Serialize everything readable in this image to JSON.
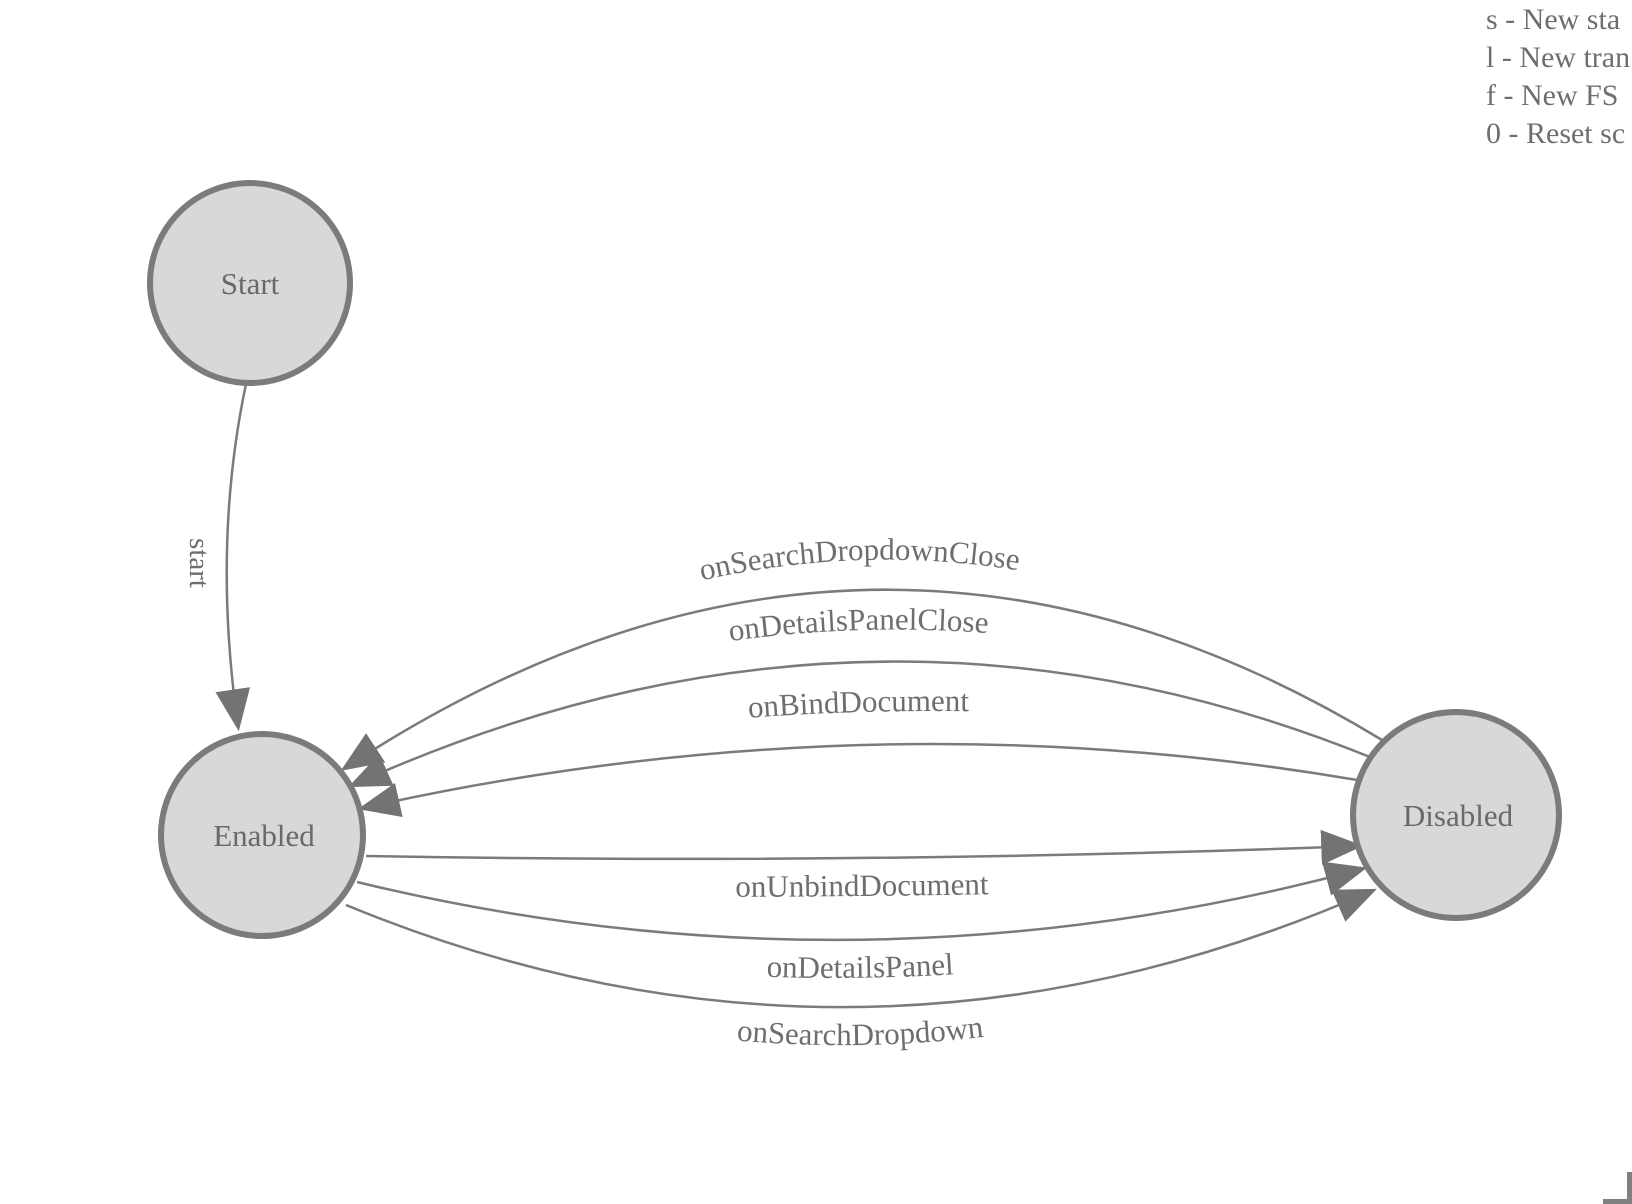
{
  "legend": {
    "items": [
      {
        "label": "s - New sta"
      },
      {
        "label": "l - New tran"
      },
      {
        "label": "f - New FS"
      },
      {
        "label": "0 - Reset sc"
      }
    ]
  },
  "nodes": {
    "start": {
      "label": "Start"
    },
    "enabled": {
      "label": "Enabled"
    },
    "disabled": {
      "label": "Disabled"
    }
  },
  "transitions": {
    "start": {
      "label": "start",
      "from": "Start",
      "to": "Enabled"
    },
    "disabled_to_enabled": [
      {
        "label": "onSearchDropdownClose"
      },
      {
        "label": "onDetailsPanelClose"
      },
      {
        "label": "onBindDocument"
      }
    ],
    "enabled_to_disabled": [
      {
        "label": "onUnbindDocument"
      },
      {
        "label": "onDetailsPanel"
      },
      {
        "label": "onSearchDropdown"
      }
    ]
  },
  "colors": {
    "node_fill": "#d8d8d8",
    "node_stroke": "#7b7b7b",
    "edge_stroke": "#7b7b7b",
    "arrowhead": "#737373",
    "label_text": "#6e6e6e",
    "background": "#ffffff"
  }
}
